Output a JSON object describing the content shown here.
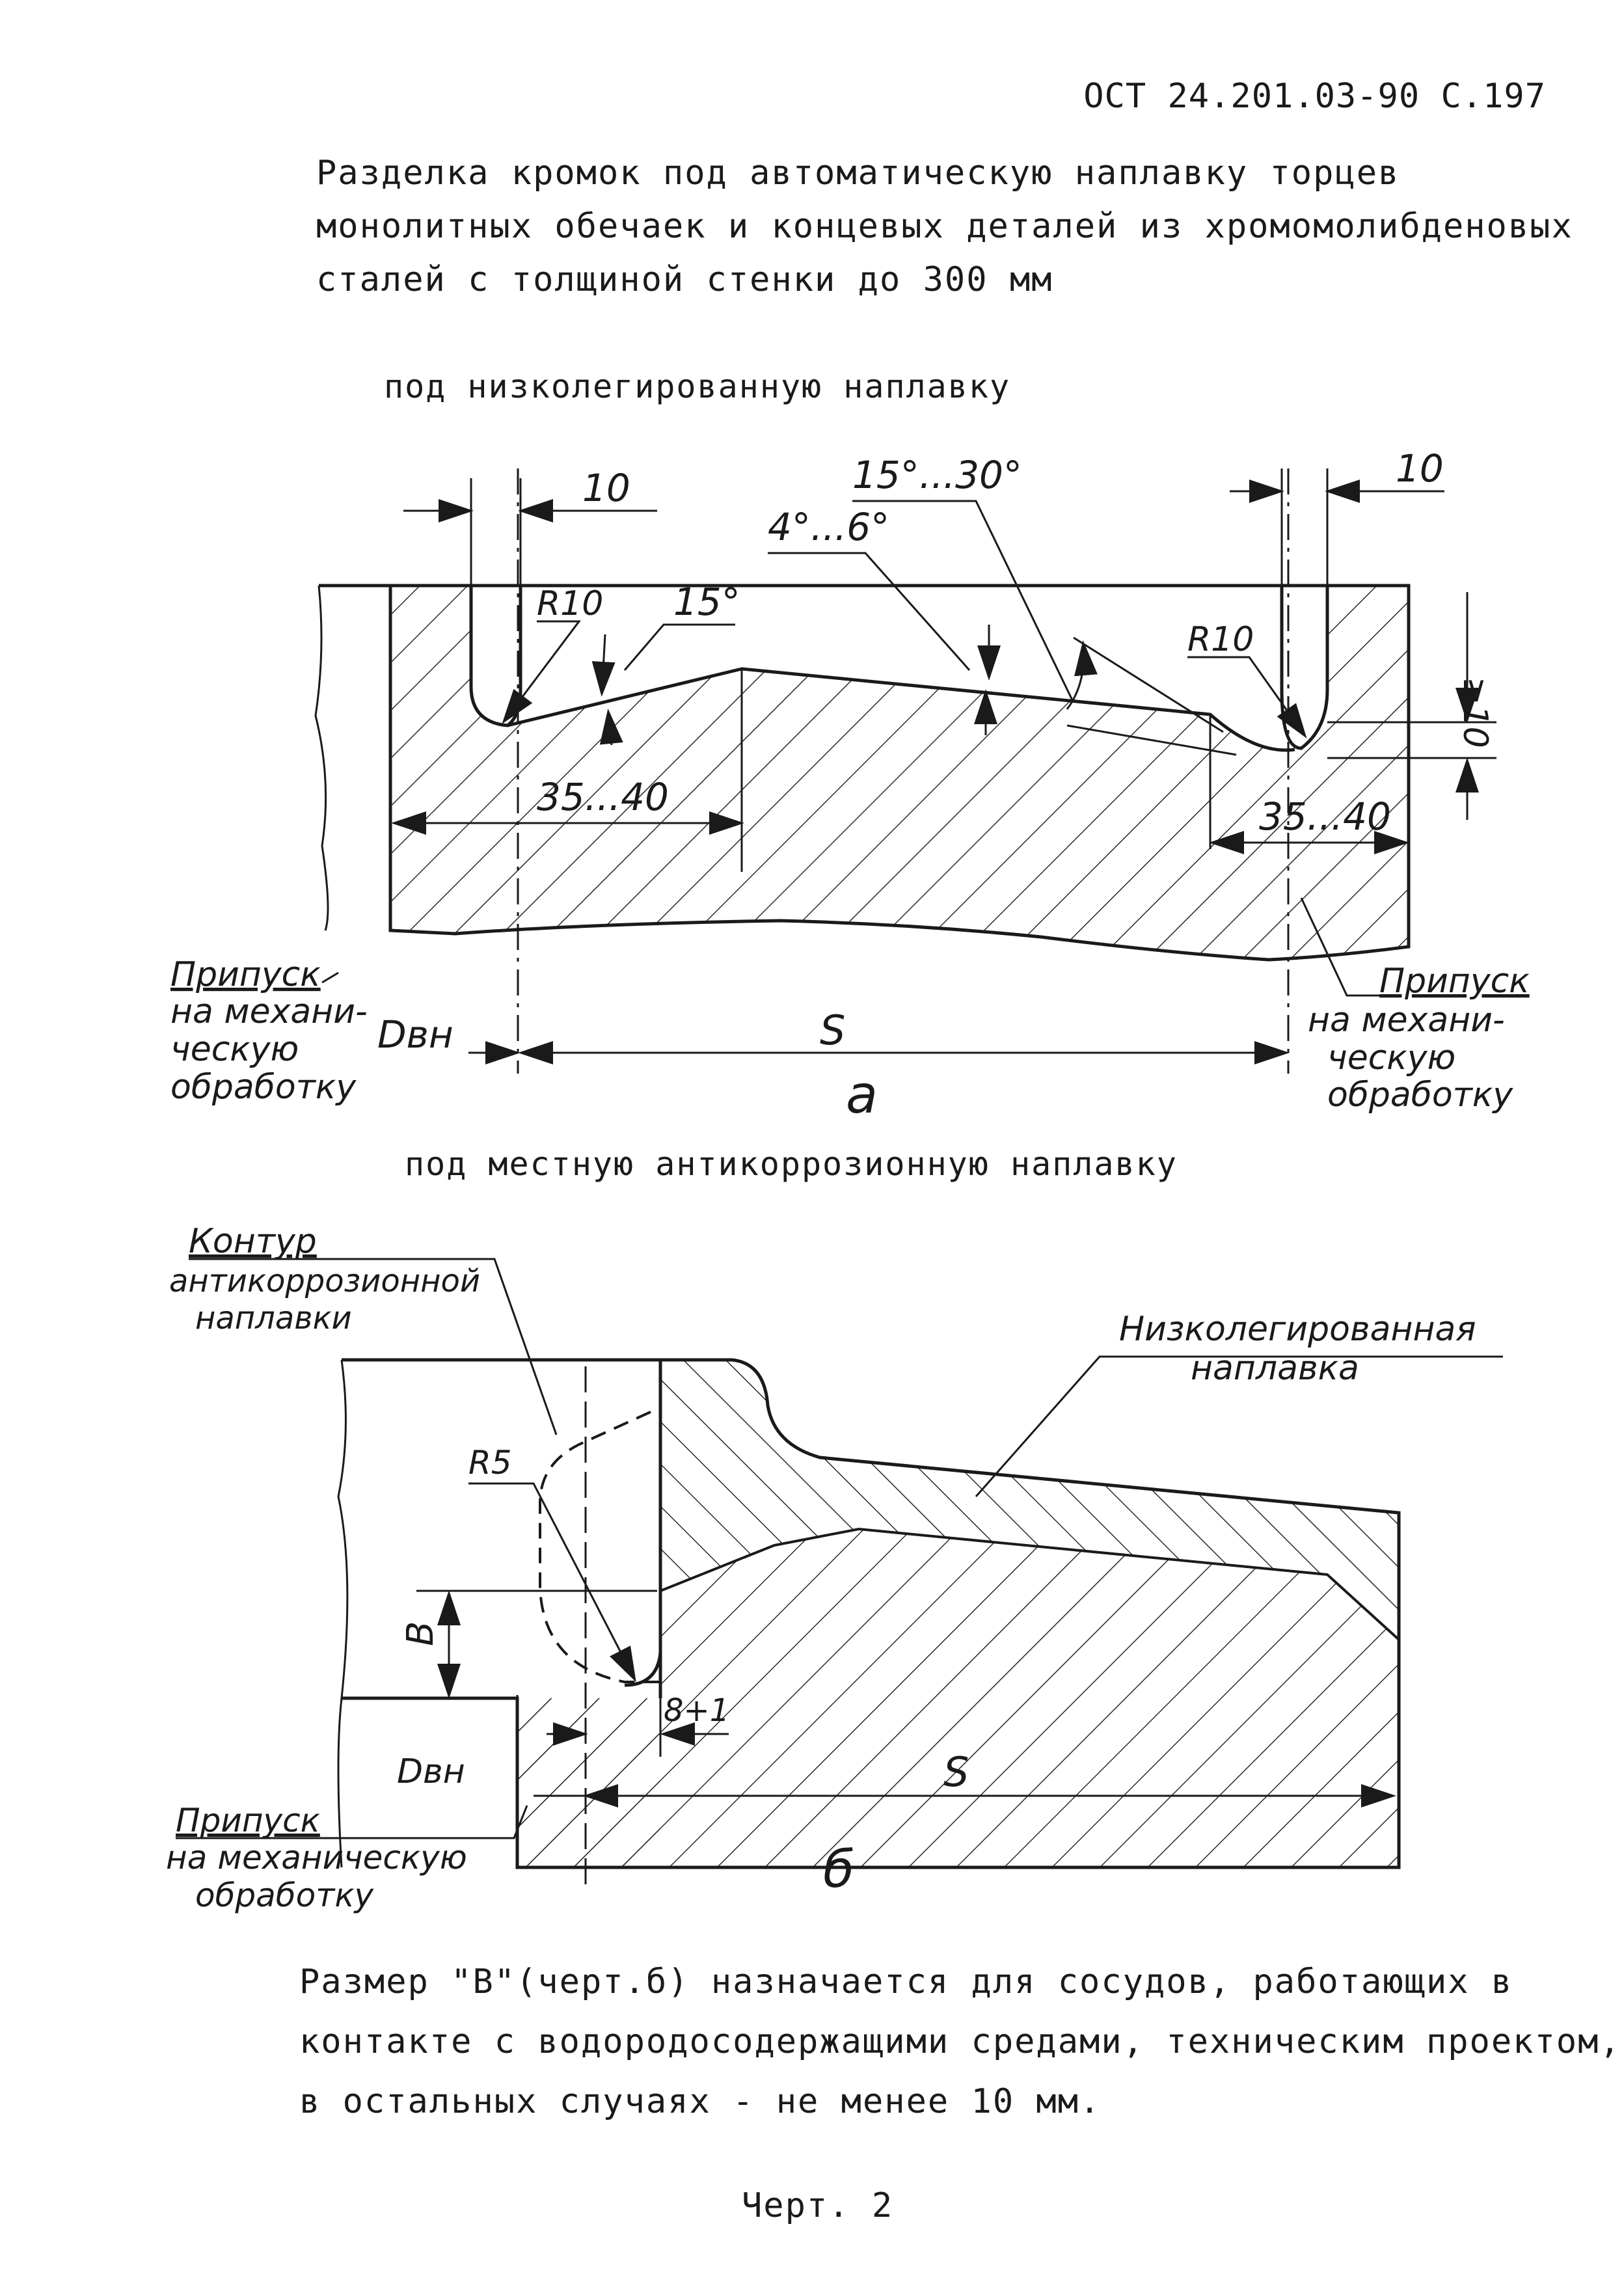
{
  "header": {
    "doc_code": "ОСТ 24.201.03-90 С.197"
  },
  "title": {
    "lines": [
      "Разделка кромок под автоматическую наплавку торцев",
      "монолитных обечаек и концевых деталей из хромомолибденовых",
      "сталей с толщиной стенки до 300 мм"
    ]
  },
  "figure_a": {
    "subtitle": "под низколегированную наплавку",
    "dim_10_left": "10",
    "dim_10_right": "10",
    "angle_15_30": "15°...30°",
    "angle_4_6": "4°...6°",
    "r10_left": "R10",
    "r10_right": "R10",
    "angle_15": "15°",
    "dim_ge10": "≥10",
    "dim_35_40_left": "35...40",
    "dim_35_40_right": "35...40",
    "dbn": "Dвн",
    "s": "S",
    "letter": "а",
    "allowance_left": [
      "Припуск",
      "на механи-",
      "ческую",
      "обработку"
    ],
    "allowance_right": [
      "Припуск",
      "на механи-",
      "ческую",
      "обработку"
    ]
  },
  "figure_b": {
    "subtitle": "под местную антикоррозионную наплавку",
    "contour_label": [
      "Контур",
      "антикоррозионной",
      "наплавки"
    ],
    "low_alloy_label": [
      "Низколегированная",
      "наплавка"
    ],
    "r5": "R5",
    "b": "В",
    "dim_8": "8+1",
    "dbn": "Dвн",
    "s": "S",
    "letter": "б",
    "allowance": [
      "Припуск",
      "на механическую",
      "обработку"
    ]
  },
  "note": {
    "lines": [
      "Размер \"В\"(черт.б) назначается для сосудов, работающих в",
      "контакте с водородосодержащими средами, техническим проектом,",
      "в остальных случаях - не менее 10 мм."
    ]
  },
  "caption": "Черт. 2"
}
